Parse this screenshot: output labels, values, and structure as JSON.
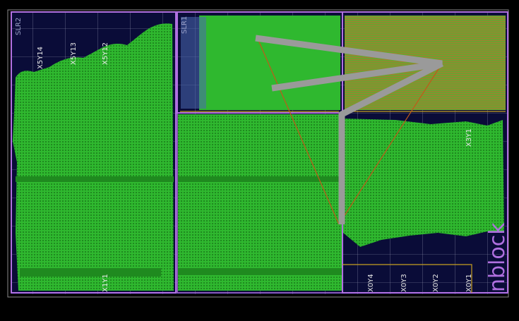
{
  "device_view": {
    "slr_labels": [
      "SLR2",
      "SLR1"
    ],
    "clock_region_labels": {
      "top": [
        "X5Y14",
        "X5Y13",
        "X5Y12"
      ],
      "bottom": [
        "X0Y4",
        "X0Y3",
        "X0Y2",
        "X0Y1"
      ],
      "right": "X3Y1",
      "left_column": "X1Y1"
    },
    "watermark_text": "nblock",
    "colors": {
      "background": "#000000",
      "fabric": "#0a0c38",
      "placed_cells": "#2fb82f",
      "placed_dark": "#1f8a1f",
      "slr_border": "#b070e0",
      "grid": "#c8c8c8",
      "routing": "#9a9a9a",
      "net": "#c05a1a",
      "highlight": "#c8a020"
    }
  }
}
